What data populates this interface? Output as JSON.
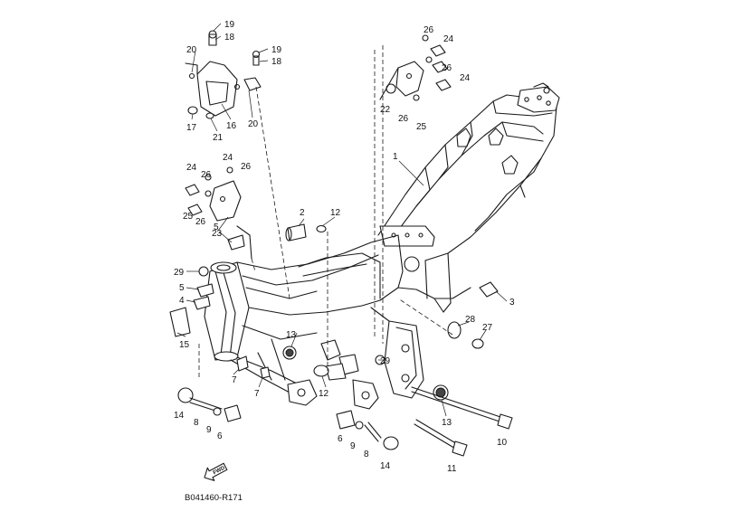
{
  "diagram": {
    "reference_code": "B041460-R171",
    "fwd_label": "FWD",
    "callouts": [
      {
        "id": "c19a",
        "label": "19"
      },
      {
        "id": "c18a",
        "label": "18"
      },
      {
        "id": "c20a",
        "label": "20"
      },
      {
        "id": "c19b",
        "label": "19"
      },
      {
        "id": "c18b",
        "label": "18"
      },
      {
        "id": "c20b",
        "label": "20"
      },
      {
        "id": "c17",
        "label": "17"
      },
      {
        "id": "c16",
        "label": "16"
      },
      {
        "id": "c21",
        "label": "21"
      },
      {
        "id": "c26a",
        "label": "26"
      },
      {
        "id": "c24a",
        "label": "24"
      },
      {
        "id": "c26b",
        "label": "26"
      },
      {
        "id": "c24b",
        "label": "24"
      },
      {
        "id": "c22",
        "label": "22"
      },
      {
        "id": "c26c",
        "label": "26"
      },
      {
        "id": "c25a",
        "label": "25"
      },
      {
        "id": "c1",
        "label": "1"
      },
      {
        "id": "c24c",
        "label": "24"
      },
      {
        "id": "c24d",
        "label": "24"
      },
      {
        "id": "c26d",
        "label": "26"
      },
      {
        "id": "c26e",
        "label": "26"
      },
      {
        "id": "c25b",
        "label": "25"
      },
      {
        "id": "c26f",
        "label": "26"
      },
      {
        "id": "c23",
        "label": "23"
      },
      {
        "id": "c2",
        "label": "2"
      },
      {
        "id": "c12a",
        "label": "12"
      },
      {
        "id": "c5a",
        "label": "5"
      },
      {
        "id": "c29a",
        "label": "29"
      },
      {
        "id": "c5b",
        "label": "5"
      },
      {
        "id": "c4",
        "label": "4"
      },
      {
        "id": "c15",
        "label": "15"
      },
      {
        "id": "c3",
        "label": "3"
      },
      {
        "id": "c28",
        "label": "28"
      },
      {
        "id": "c27",
        "label": "27"
      },
      {
        "id": "c13a",
        "label": "13"
      },
      {
        "id": "c29b",
        "label": "29"
      },
      {
        "id": "c7a",
        "label": "7"
      },
      {
        "id": "c7b",
        "label": "7"
      },
      {
        "id": "c12b",
        "label": "12"
      },
      {
        "id": "c13b",
        "label": "13"
      },
      {
        "id": "c14a",
        "label": "14"
      },
      {
        "id": "c8a",
        "label": "8"
      },
      {
        "id": "c9a",
        "label": "9"
      },
      {
        "id": "c6a",
        "label": "6"
      },
      {
        "id": "c6b",
        "label": "6"
      },
      {
        "id": "c9b",
        "label": "9"
      },
      {
        "id": "c8b",
        "label": "8"
      },
      {
        "id": "c14b",
        "label": "14"
      },
      {
        "id": "c10",
        "label": "10"
      },
      {
        "id": "c11",
        "label": "11"
      }
    ]
  }
}
